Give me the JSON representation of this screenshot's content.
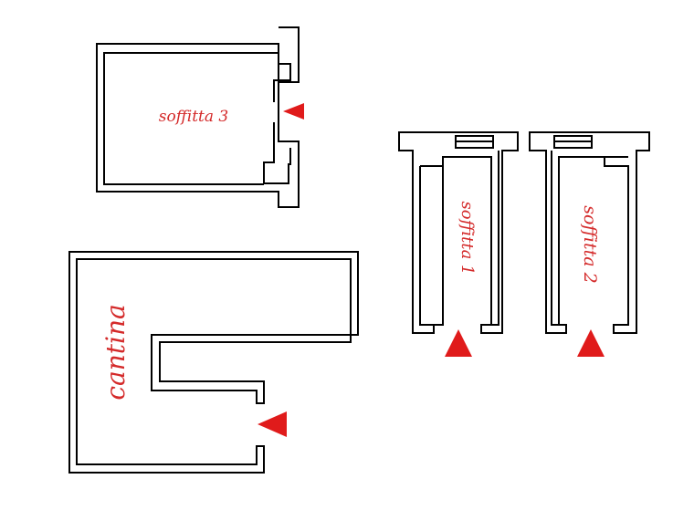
{
  "rooms": {
    "soffitta_3": {
      "label": "soffitta 3"
    },
    "soffitta_1": {
      "label": "soffitta 1"
    },
    "soffitta_2": {
      "label": "soffitta 2"
    },
    "cantina": {
      "label": "cantina"
    }
  },
  "colors": {
    "wall": "#000000",
    "label": "#d42a2a",
    "arrow": "#e01b1b"
  },
  "icons": {
    "entrance": "triangle-arrow"
  }
}
